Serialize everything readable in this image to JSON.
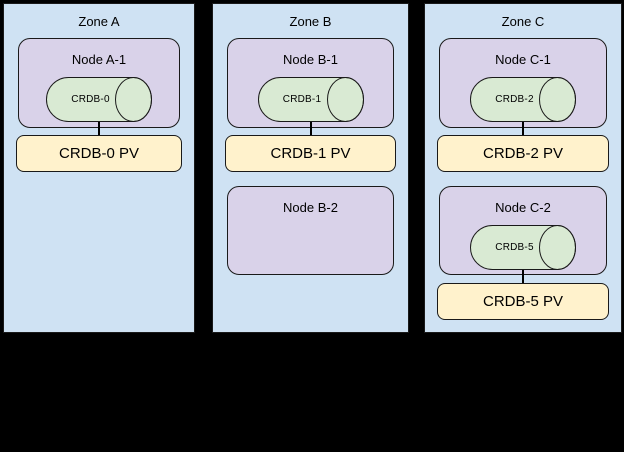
{
  "zones": [
    {
      "label": "Zone A",
      "node1": {
        "label": "Node A-1",
        "db": "CRDB-0"
      },
      "pv1": "CRDB-0 PV"
    },
    {
      "label": "Zone B",
      "node1": {
        "label": "Node B-1",
        "db": "CRDB-1"
      },
      "pv1": "CRDB-1 PV",
      "node2": {
        "label": "Node B-2"
      }
    },
    {
      "label": "Zone C",
      "node1": {
        "label": "Node C-1",
        "db": "CRDB-2"
      },
      "pv1": "CRDB-2 PV",
      "node2": {
        "label": "Node C-2",
        "db": "CRDB-5"
      },
      "pv2": "CRDB-5 PV"
    }
  ],
  "colors": {
    "background": "#000000",
    "zone_fill": "#cfe2f3",
    "node_fill": "#d9d2e9",
    "database_fill": "#d9ead3",
    "pv_fill": "#fff2cc",
    "border": "#1a1a1a",
    "text": "#000000"
  }
}
